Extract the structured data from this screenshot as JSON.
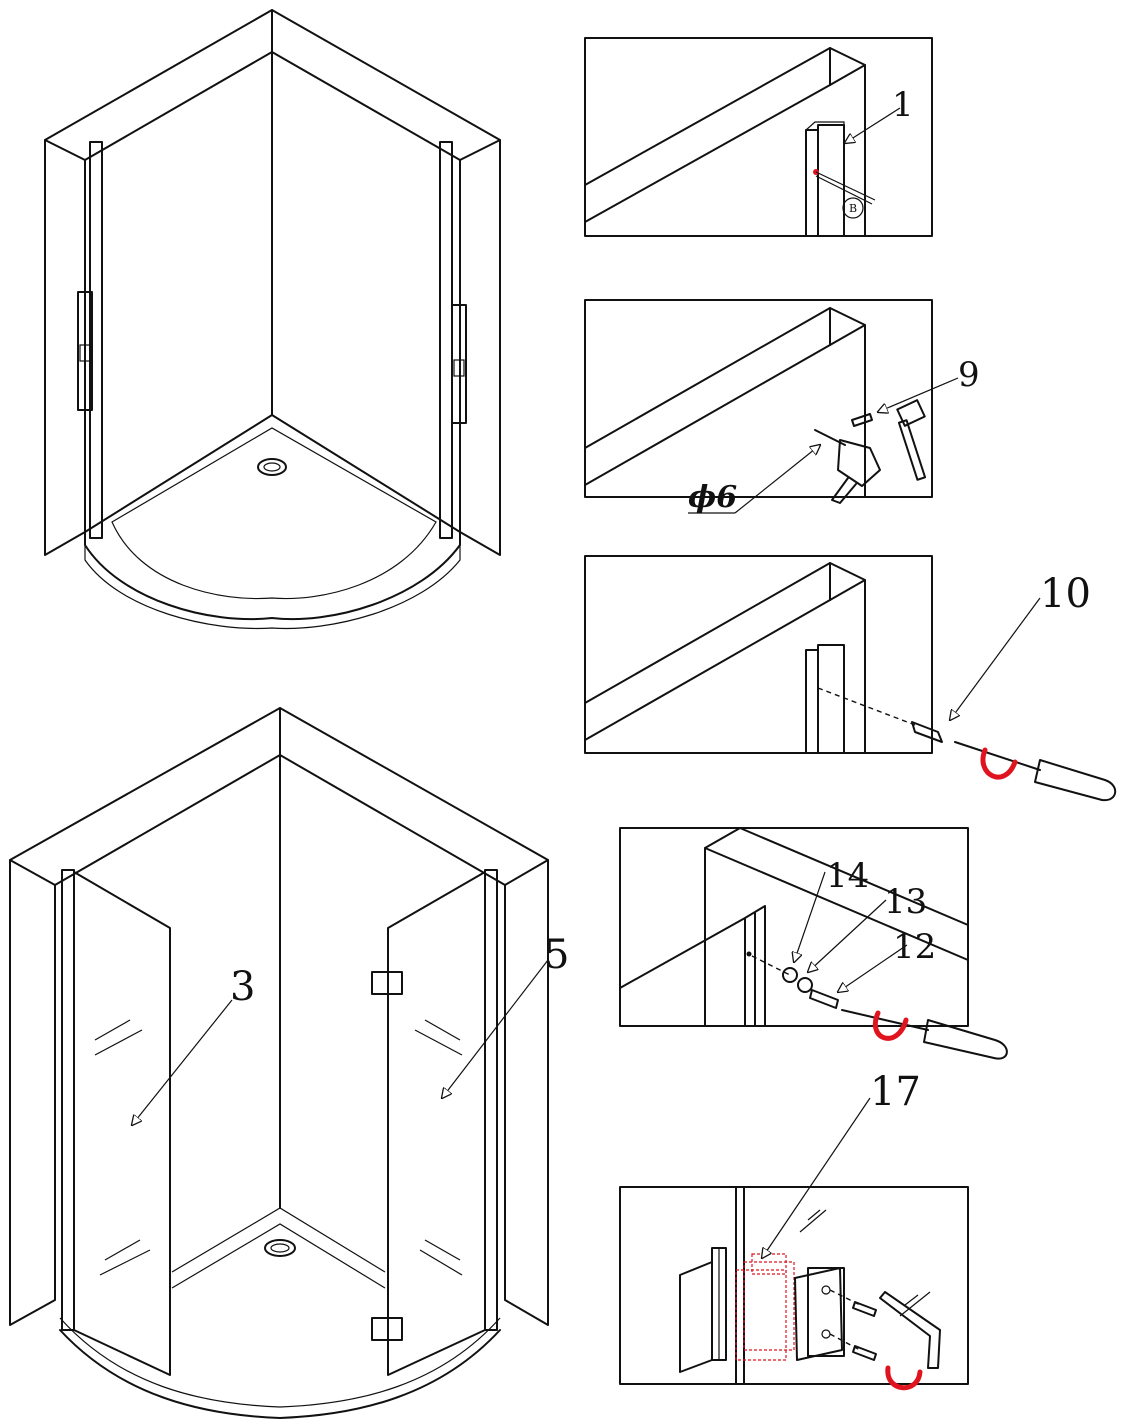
{
  "labels": {
    "part_1": "1",
    "part_b": "B",
    "part_9": "9",
    "drill_size": "ϕ6",
    "part_10": "10",
    "part_14": "14",
    "part_13": "13",
    "part_12": "12",
    "part_17": "17",
    "part_3": "3",
    "part_5": "5"
  },
  "colors": {
    "line": "#111111",
    "accent": "#e0141e",
    "background": "#ffffff"
  },
  "icons": [
    "screwdriver-icon",
    "drill-icon",
    "hammer-icon",
    "allen-key-icon",
    "rotation-arrow-icon"
  ]
}
